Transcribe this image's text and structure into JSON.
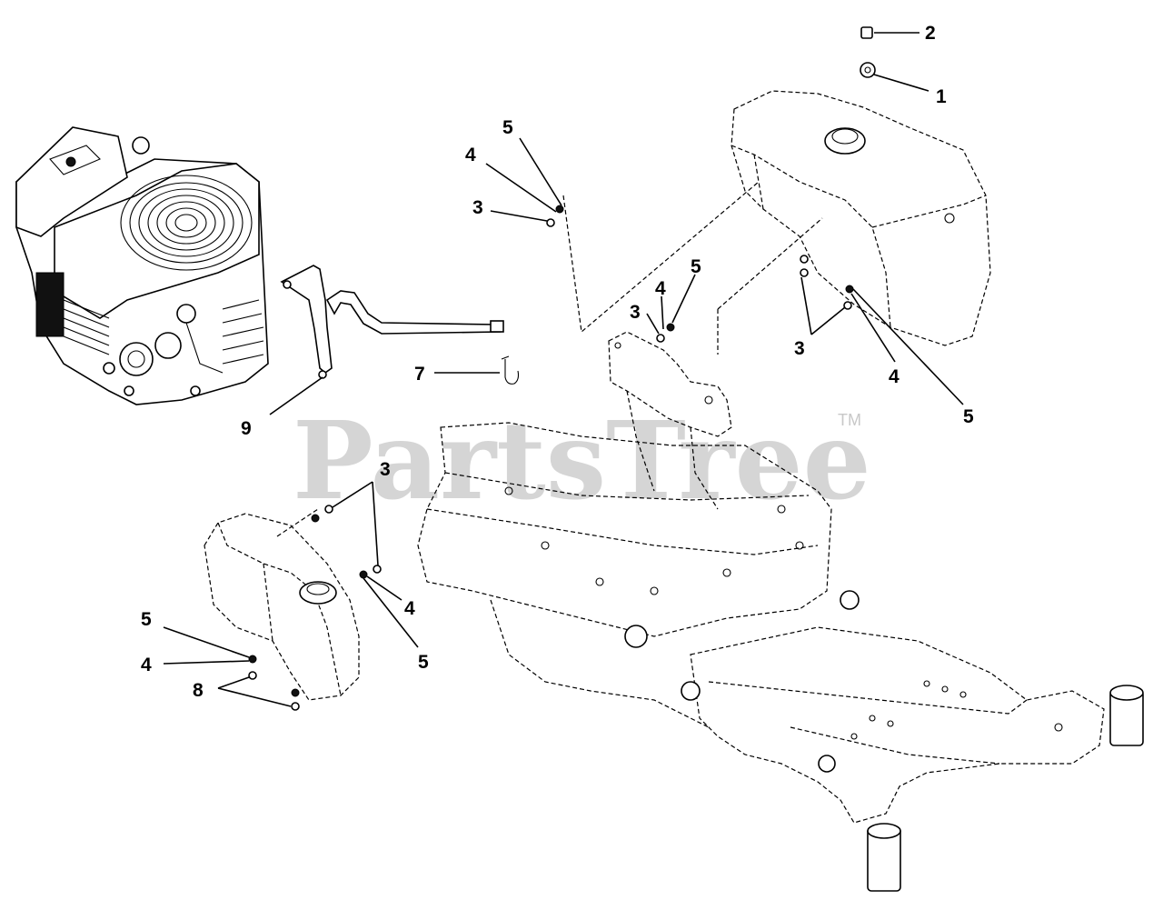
{
  "watermark": {
    "brand": "PartsTree",
    "trademark": "TM"
  },
  "callouts": [
    {
      "id": "c1",
      "label": "1"
    },
    {
      "id": "c2",
      "label": "2"
    },
    {
      "id": "c3a",
      "label": "3"
    },
    {
      "id": "c3b",
      "label": "3"
    },
    {
      "id": "c3c",
      "label": "3"
    },
    {
      "id": "c3d",
      "label": "3"
    },
    {
      "id": "c4a",
      "label": "4"
    },
    {
      "id": "c4b",
      "label": "4"
    },
    {
      "id": "c4c",
      "label": "4"
    },
    {
      "id": "c4d",
      "label": "4"
    },
    {
      "id": "c4e",
      "label": "4"
    },
    {
      "id": "c5a",
      "label": "5"
    },
    {
      "id": "c5b",
      "label": "5"
    },
    {
      "id": "c5c",
      "label": "5"
    },
    {
      "id": "c5d",
      "label": "5"
    },
    {
      "id": "c5e",
      "label": "5"
    },
    {
      "id": "c7",
      "label": "7"
    },
    {
      "id": "c8",
      "label": "8"
    },
    {
      "id": "c9",
      "label": "9"
    }
  ]
}
